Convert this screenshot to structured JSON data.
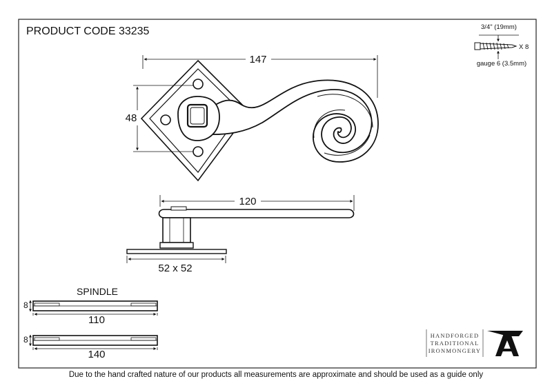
{
  "product_code": "PRODUCT CODE 33235",
  "screw": {
    "length_label": "3/4\" (19mm)",
    "quantity_label": "X 8",
    "gauge_label": "gauge 6 (3.5mm)"
  },
  "dimensions": {
    "overall_length": "147",
    "plate_height": "48",
    "lever_length": "120",
    "rose_size": "52 x 52"
  },
  "spindle": {
    "title": "SPINDLE",
    "short": {
      "section": "8",
      "length": "110"
    },
    "long": {
      "section": "8",
      "length": "140"
    }
  },
  "brand": {
    "line1": "HANDFORGED",
    "line2": "TRADITIONAL",
    "line3": "IRONMONGERY"
  },
  "footer_note": "Due to the hand crafted nature of our products all measurements are approximate and should be used as a guide only"
}
